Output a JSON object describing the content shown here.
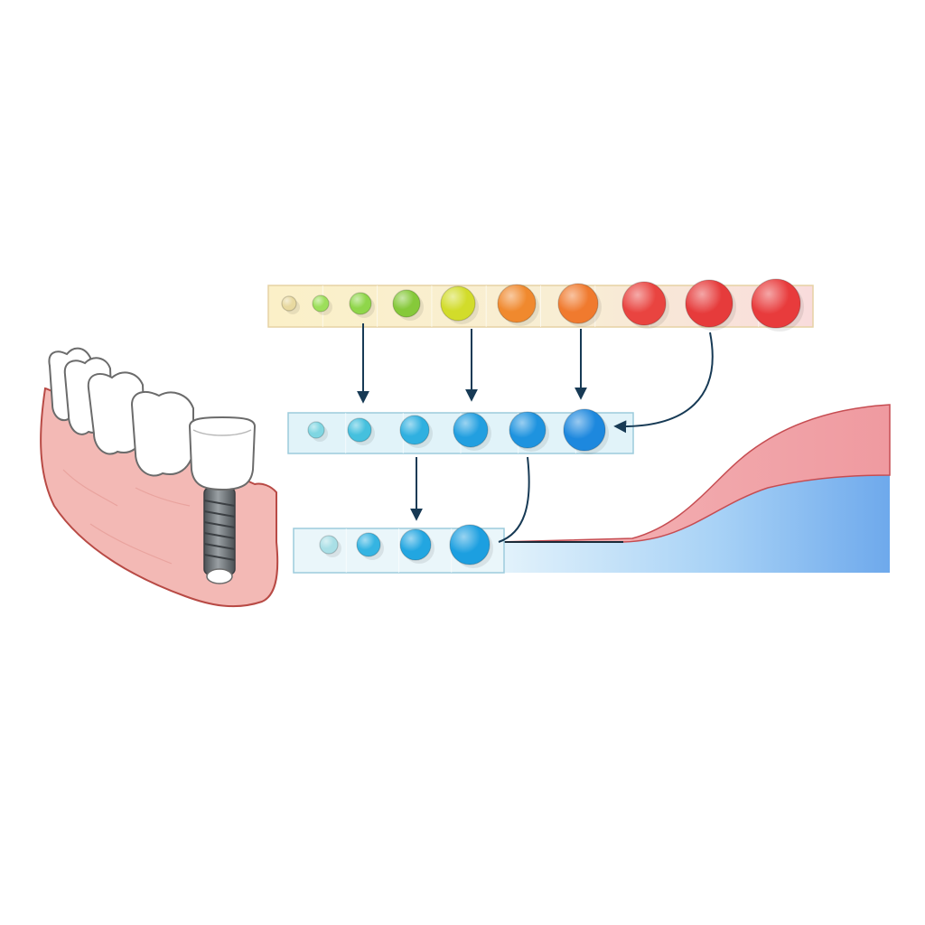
{
  "diagram": {
    "colors": {
      "gum_fill": "#f2b7b3",
      "gum_stroke": "#b84a45",
      "tooth_fill": "#ffffff",
      "tooth_stroke": "#6b6b6b",
      "implant_metal": "#6f7478",
      "arrow": "#173a55",
      "row1_band": "#fbeec9",
      "row2_band": "#e3f4f9",
      "row3_band": "#eaf6fa",
      "area_red": "#f19ea3",
      "area_blue": "#82b6f0"
    },
    "rows": [
      {
        "id": "row-1",
        "dots": [
          {
            "color": "#e8d9a0"
          },
          {
            "color": "#9ddf5a"
          },
          {
            "color": "#8fd64a"
          },
          {
            "color": "#86c93a"
          },
          {
            "color": "#d2dc2a"
          },
          {
            "color": "#f0892e"
          },
          {
            "color": "#f07a2e"
          },
          {
            "color": "#e94440"
          },
          {
            "color": "#e63b3b"
          },
          {
            "color": "#e83b3c"
          }
        ]
      },
      {
        "id": "row-2",
        "dots": [
          {
            "color": "#7fd6e2"
          },
          {
            "color": "#45c0de"
          },
          {
            "color": "#2fb0e0"
          },
          {
            "color": "#229fe0"
          },
          {
            "color": "#1e93df"
          },
          {
            "color": "#1d88de"
          }
        ]
      },
      {
        "id": "row-3",
        "dots": [
          {
            "color": "#a9dfe6"
          },
          {
            "color": "#35b4e2"
          },
          {
            "color": "#22a6e1"
          },
          {
            "color": "#1c9fe0"
          }
        ]
      }
    ],
    "teeth": [
      {
        "kind": "molar"
      },
      {
        "kind": "molar"
      },
      {
        "kind": "molar"
      },
      {
        "kind": "molar"
      },
      {
        "kind": "implant-crown"
      }
    ]
  }
}
